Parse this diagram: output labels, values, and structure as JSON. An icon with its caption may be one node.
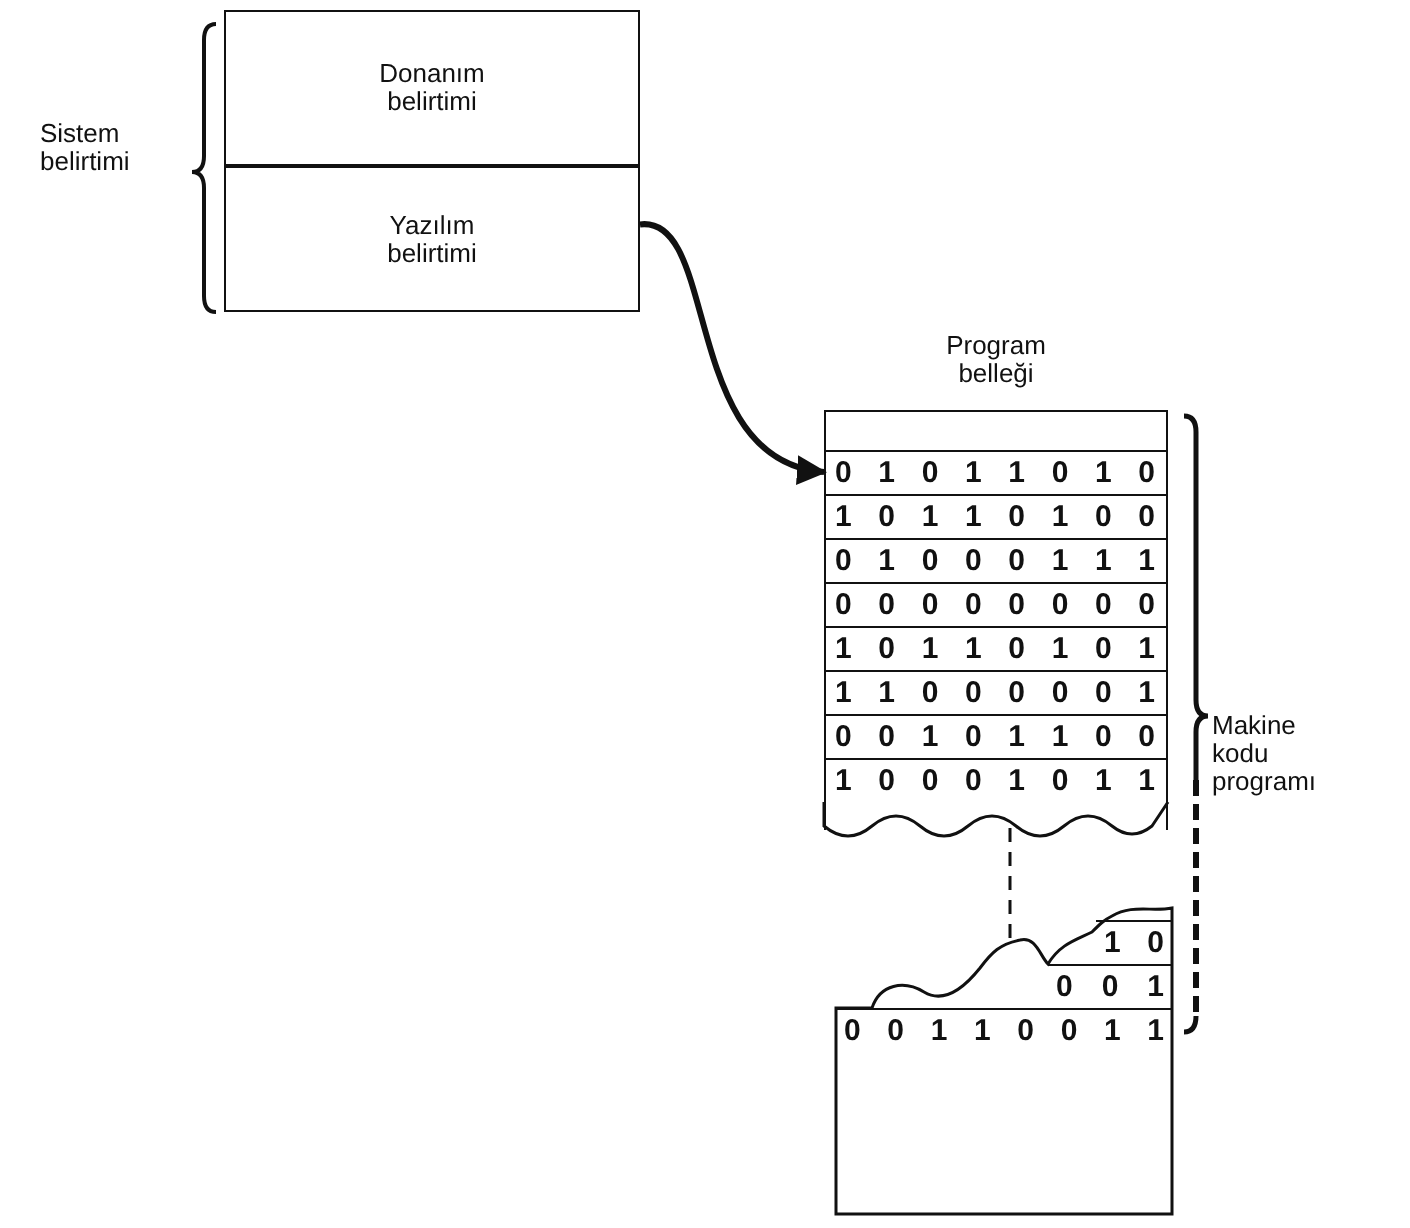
{
  "diagram": {
    "nodes": [
      {
        "text": [
          "Donanım belirtimi"
        ]
      },
      {
        "text": [
          "Yazılım belirtimi"
        ]
      },
      {
        "text": [
          "Program belleği"
        ]
      },
      {
        "text": [
          "0 1 0 1 1 0 1 0"
        ],
        "in": 2
      },
      {
        "text": [
          "1 0 1 1 0 1 0 0"
        ],
        "in": 2
      },
      {
        "text": [
          "0 1 0 0 0 1 1 1"
        ],
        "in": 2
      },
      {
        "text": [
          "0 0 0 0 0 0 0 0"
        ],
        "in": 2
      },
      {
        "text": [
          "1 0 1 1 0 1 0 1"
        ],
        "in": 2
      },
      {
        "text": [
          "1 1 0 0 0 0 0 1"
        ],
        "in": 2
      },
      {
        "text": [
          "0 0 1 0 1 1 0 0"
        ],
        "in": 2
      },
      {
        "text": [
          "1 0 0 0 1 0 1 1"
        ],
        "in": 2
      },
      {
        "text": [],
        "shape": "box"
      },
      {
        "text": [
          "1 0"
        ],
        "in": 11
      },
      {
        "text": [
          "0 0 1"
        ],
        "in": 11
      },
      {
        "text": [
          "0 0 1 1 0 0 1 1"
        ],
        "in": 11
      }
    ],
    "edges": [
      {
        "from": 1,
        "to": 3,
        "arrow": "to",
        "style": "thick"
      },
      {
        "from": 2,
        "to": 11,
        "arrow": "none",
        "style": "dashed"
      }
    ],
    "labels": [
      "Sistem belirtimi",
      "Makine kodu programı"
    ]
  }
}
